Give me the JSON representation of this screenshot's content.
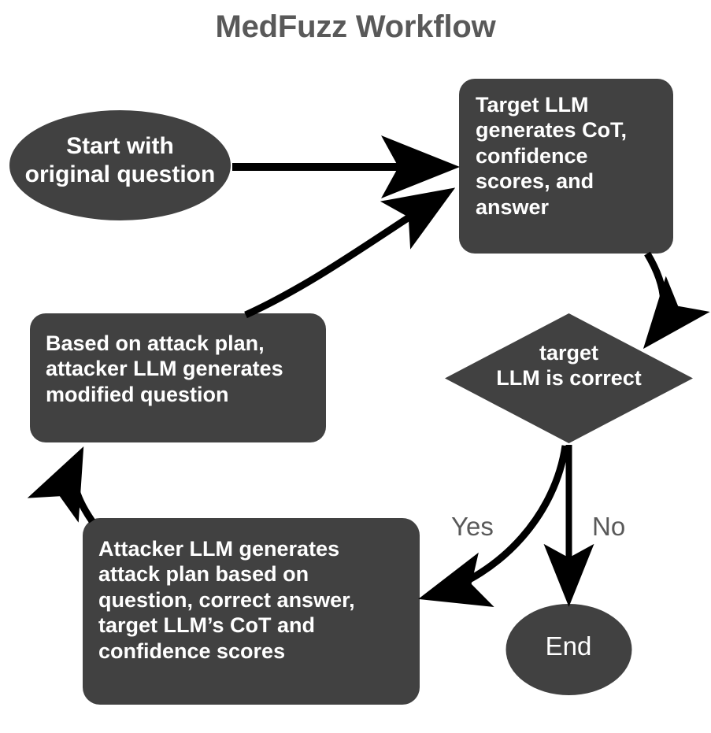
{
  "title": "MedFuzz Workflow",
  "colors": {
    "node_fill": "#414141",
    "node_text": "#ffffff",
    "title_text": "#595959",
    "edge_label_text": "#595959",
    "arrow": "#000000",
    "background": "#ffffff"
  },
  "nodes": {
    "start": {
      "label": "Start with\noriginal question",
      "shape": "ellipse"
    },
    "target_llm": {
      "label": "Target LLM\ngenerates CoT,\nconfidence\nscores, and\nanswer",
      "shape": "rounded-rectangle"
    },
    "decision": {
      "label": "target\nLLM is correct",
      "shape": "diamond"
    },
    "modified_question": {
      "label": "Based on attack plan,\nattacker LLM generates\nmodified question",
      "shape": "rounded-rectangle"
    },
    "attack_plan": {
      "label": "Attacker LLM generates\nattack plan based on\nquestion, correct answer,\ntarget LLM’s CoT and\nconfidence scores",
      "shape": "rounded-rectangle"
    },
    "end": {
      "label": "End",
      "shape": "ellipse"
    }
  },
  "edges": {
    "start_to_target": {
      "label": ""
    },
    "target_to_decision": {
      "label": ""
    },
    "decision_to_attack_plan": {
      "label": "Yes"
    },
    "decision_to_end": {
      "label": "No"
    },
    "attack_plan_to_modified": {
      "label": ""
    },
    "modified_to_target": {
      "label": ""
    }
  },
  "chart_data": {
    "type": "diagram",
    "title": "MedFuzz Workflow",
    "nodes": [
      {
        "id": "start",
        "text": "Start with original question",
        "shape": "ellipse"
      },
      {
        "id": "target_llm",
        "text": "Target LLM generates CoT, confidence scores, and answer",
        "shape": "rounded-rectangle"
      },
      {
        "id": "decision",
        "text": "target LLM is correct",
        "shape": "diamond"
      },
      {
        "id": "modified_question",
        "text": "Based on attack plan, attacker LLM generates modified question",
        "shape": "rounded-rectangle"
      },
      {
        "id": "attack_plan",
        "text": "Attacker LLM generates attack plan based on question, correct answer, target LLM’s CoT and confidence scores",
        "shape": "rounded-rectangle"
      },
      {
        "id": "end",
        "text": "End",
        "shape": "ellipse"
      }
    ],
    "edges": [
      {
        "from": "start",
        "to": "target_llm",
        "label": ""
      },
      {
        "from": "target_llm",
        "to": "decision",
        "label": ""
      },
      {
        "from": "decision",
        "to": "attack_plan",
        "label": "Yes"
      },
      {
        "from": "decision",
        "to": "end",
        "label": "No"
      },
      {
        "from": "attack_plan",
        "to": "modified_question",
        "label": ""
      },
      {
        "from": "modified_question",
        "to": "target_llm",
        "label": ""
      }
    ]
  }
}
